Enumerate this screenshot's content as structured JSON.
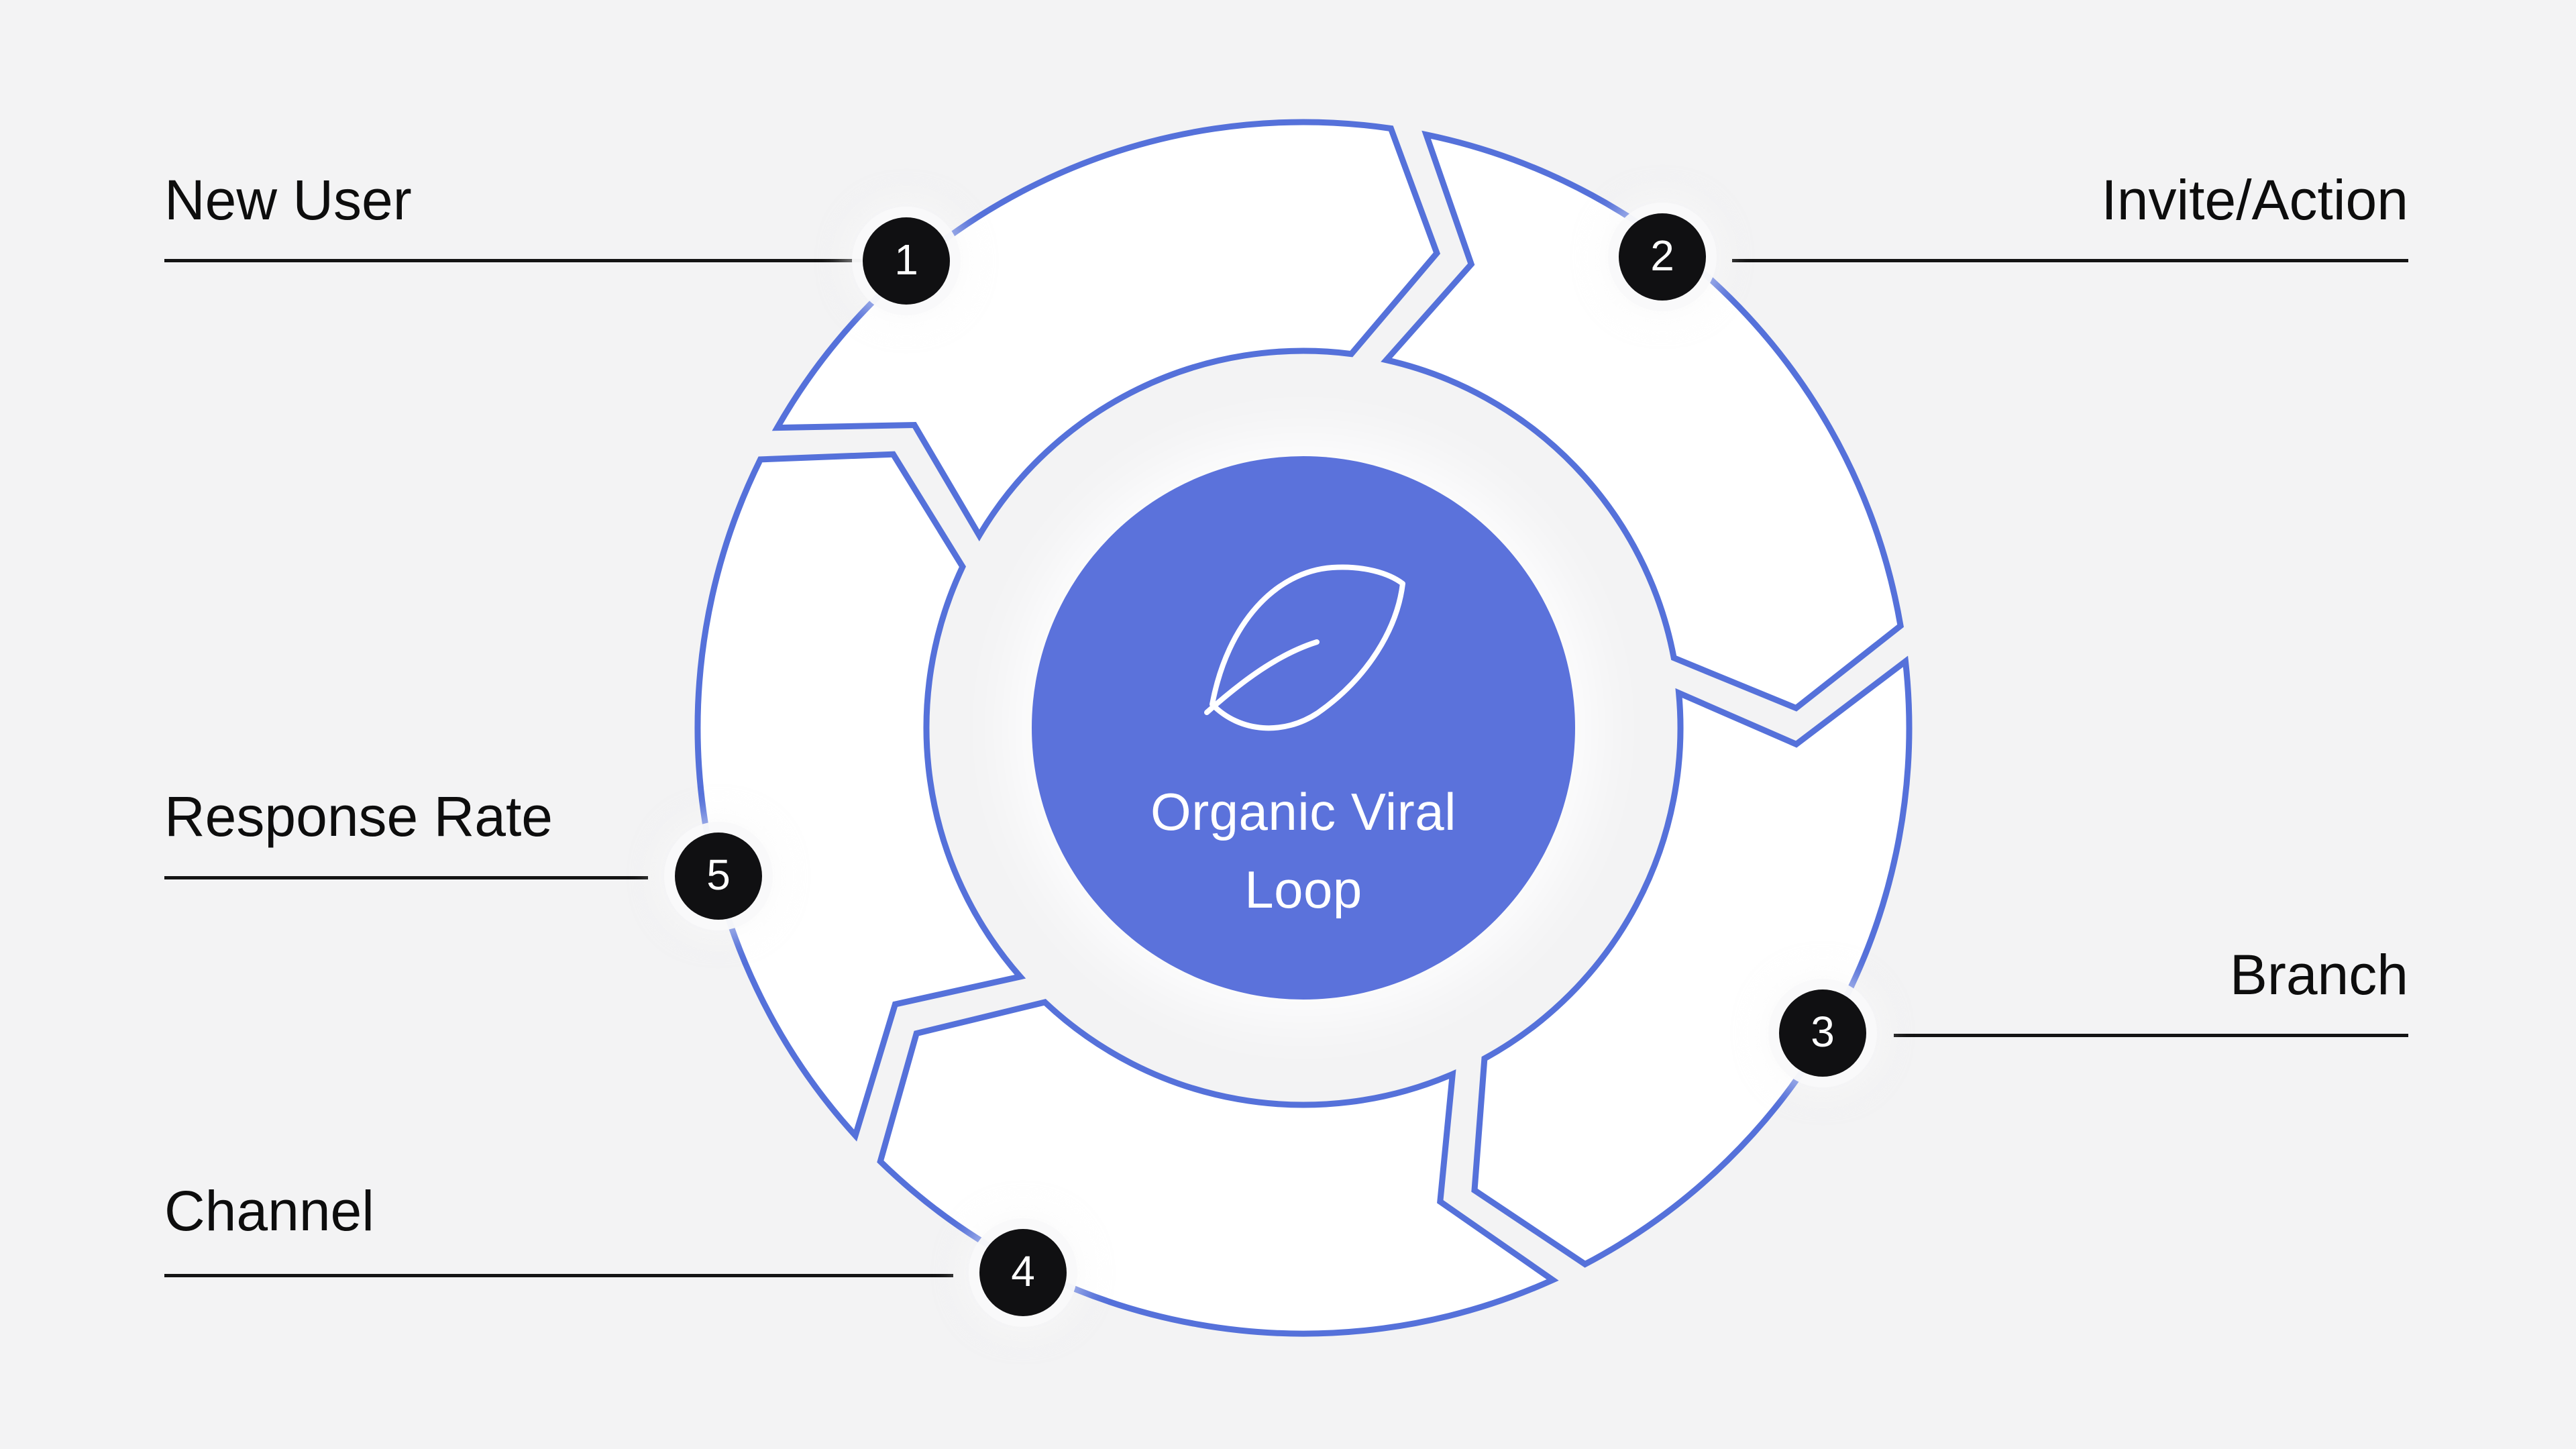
{
  "diagram": {
    "title": "Organic Viral Loop",
    "center_icon": "leaf-icon",
    "steps": [
      {
        "number": "1",
        "label": "New User"
      },
      {
        "number": "2",
        "label": "Invite/Action"
      },
      {
        "number": "3",
        "label": "Branch"
      },
      {
        "number": "4",
        "label": "Channel"
      },
      {
        "number": "5",
        "label": "Response Rate"
      }
    ],
    "colors": {
      "background": "#F3F3F4",
      "ring_stroke": "#5571DA",
      "ring_fill": "#FFFFFF",
      "center_fill": "#5B72DB",
      "center_text": "#FFFFFF",
      "badge_fill": "#101012",
      "badge_text": "#FFFFFF",
      "label_text": "#0D0D0D",
      "connector_line": "#141414"
    }
  }
}
